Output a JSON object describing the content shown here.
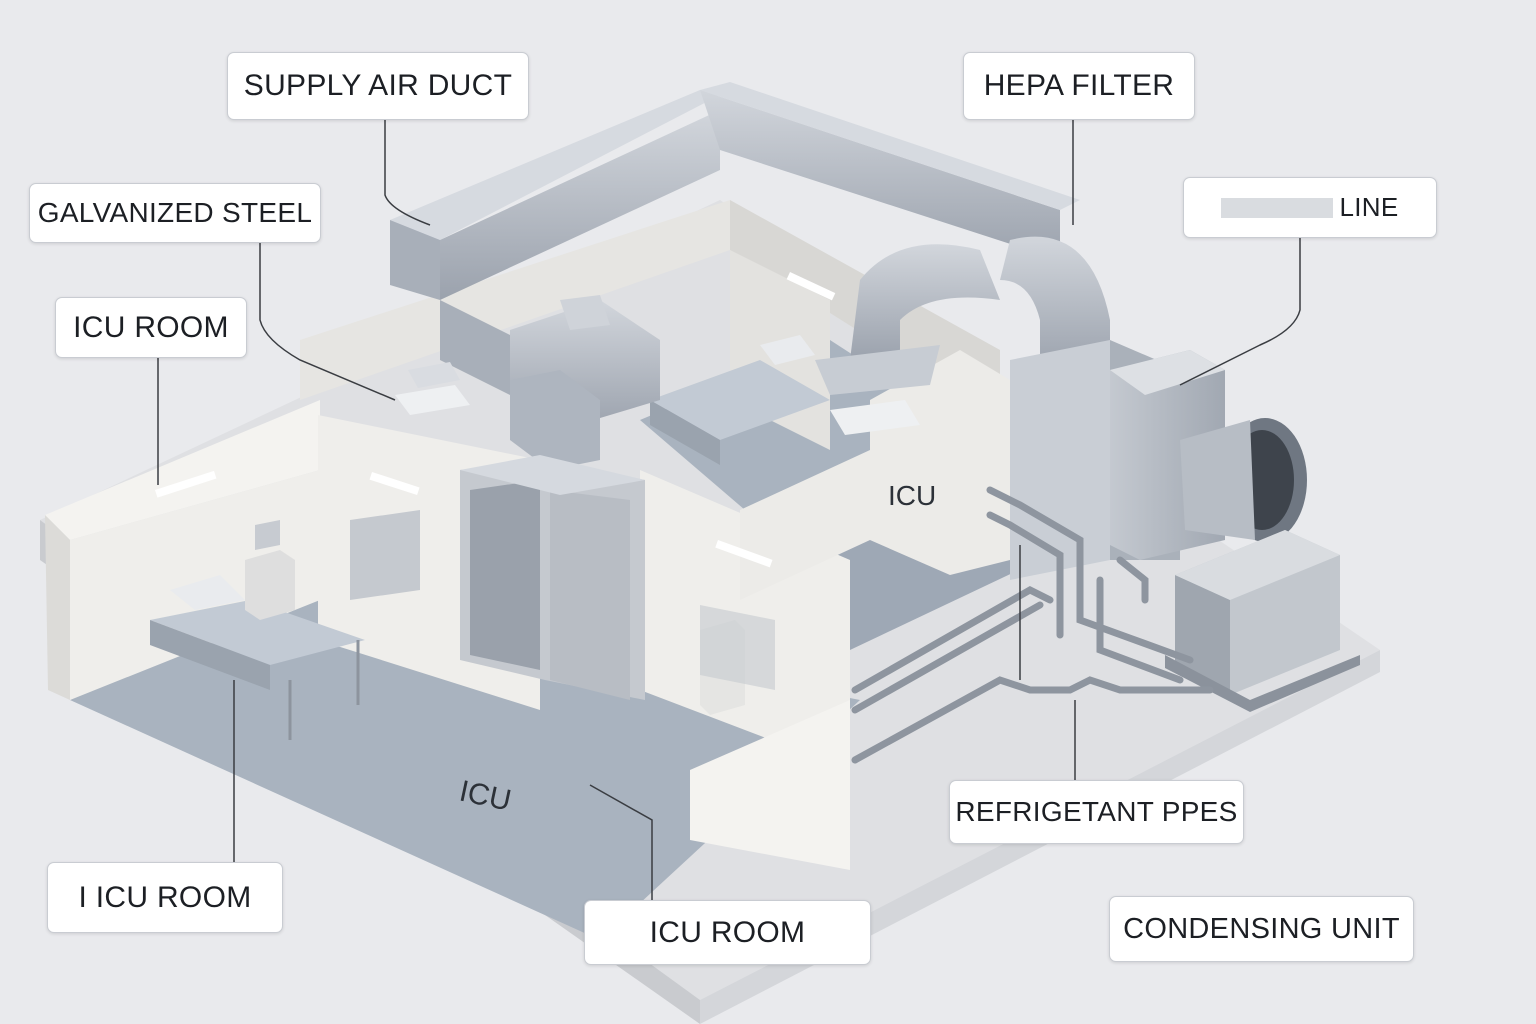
{
  "labels": {
    "supply_air_duct": "SUPPLY AIR DUCT",
    "hepa_filter": "HEPA FILTER",
    "galvanized_steel": "GALVANIZED STEEL",
    "line_label_suffix": "LINE",
    "icu_room_top": "ICU ROOM",
    "icu_room_bottom_left": "I ICU ROOM",
    "icu_room_bottom_center": "ICU ROOM",
    "refrigerant_pipes": "REFRIGETANT PPES",
    "condensing_unit": "CONDENSING UNIT"
  },
  "floor_labels": {
    "icu_main": "ICU",
    "icu_rear": "ICU"
  },
  "colors": {
    "background": "#e9eaed",
    "wall": "#f2f1ee",
    "wall_shade": "#dcdbd8",
    "floor": "#a9b3bf",
    "duct": "#b9bfc8",
    "duct_dark": "#8f96a1",
    "leader_line": "#3a3d42"
  }
}
